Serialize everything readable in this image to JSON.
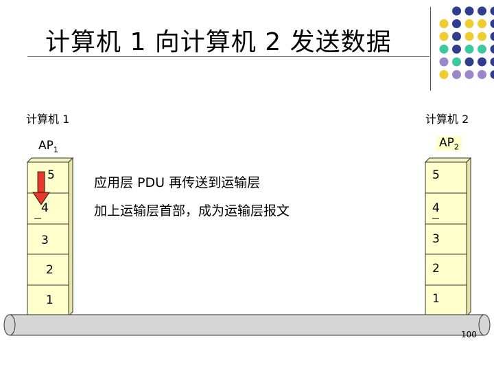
{
  "title": "计算机 1 向计算机 2 发送数据",
  "left_host": {
    "label": "计算机 1",
    "ap": "AP",
    "ap_sub": "1"
  },
  "right_host": {
    "label": "计算机 2",
    "ap": "AP",
    "ap_sub": "2"
  },
  "layers_left": [
    "5",
    "4",
    "3",
    "2",
    "1"
  ],
  "layers_right": [
    "5",
    "4",
    "3",
    "2",
    "1"
  ],
  "notes": [
    "应用层 PDU 再传送到运输层",
    "加上运输层首部，成为运输层报文"
  ],
  "page_number": "100",
  "colors": {
    "stack_fill": "#ffffcc",
    "stack_side": "#e6e6a0",
    "arrow": "#e83a2a",
    "dot_navy": "#2e3d8c",
    "dot_yellow": "#f0cc2e",
    "dot_teal": "#3cc9a0",
    "dot_purple": "#9a86c8"
  }
}
